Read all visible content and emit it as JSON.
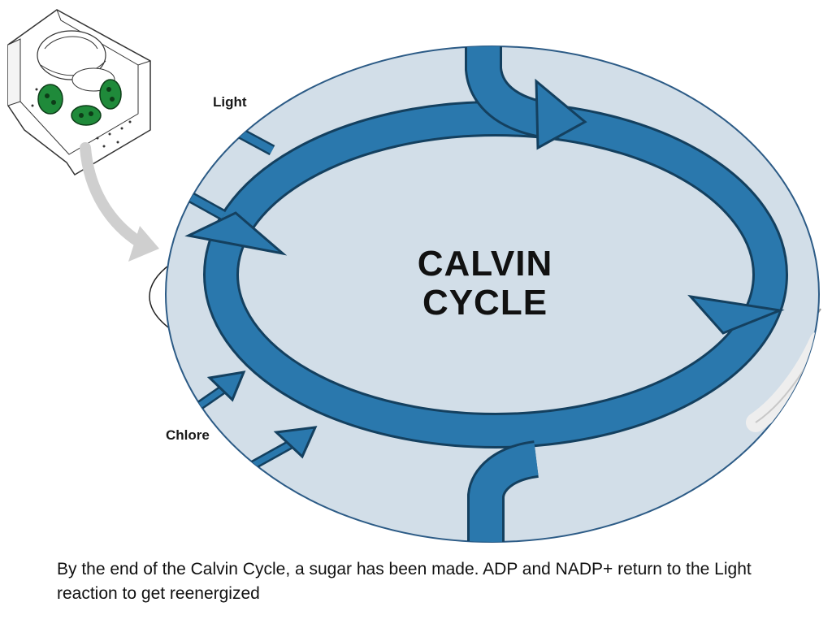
{
  "diagram": {
    "label_light": "Light",
    "label_chloroplast": "Chlore",
    "title_line1": "CALVIN",
    "title_line2": "CYCLE"
  },
  "caption": "By the end of the Calvin Cycle, a sugar has been made.  ADP and NADP+ return to the Light reaction to get reenergized",
  "colors": {
    "cycle_blue": "#2a78ad",
    "cycle_outline": "#14405f",
    "zoom_fill": "#d2dee8",
    "chloroplast_green": "#1f8a3a",
    "pointer_arrow": "#cfcfcf"
  }
}
